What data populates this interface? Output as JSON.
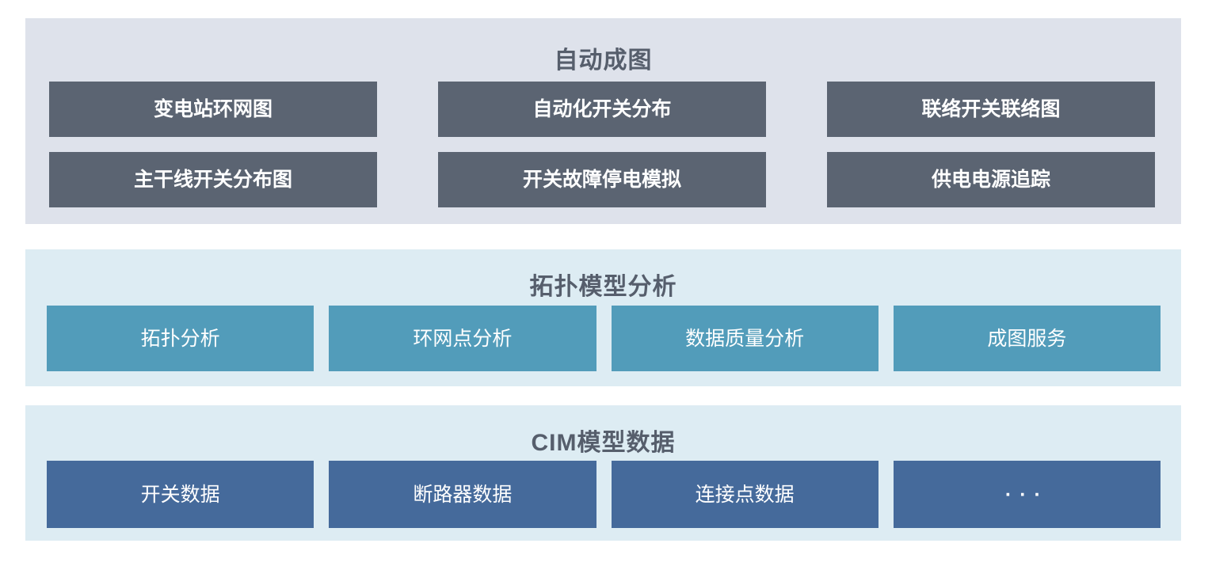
{
  "palette": {
    "top_section_bg": "#dee2eb",
    "analysis_section_bg": "#ddecf3",
    "dark_box": "#5b6472",
    "teal_box": "#529cba",
    "blue_box": "#456a9b",
    "title_text": "#565e6c",
    "box_text": "#ffffff"
  },
  "sections": [
    {
      "id": "auto-drawing",
      "title": "自动成图",
      "items": [
        {
          "label": "变电站环网图"
        },
        {
          "label": "自动化开关分布"
        },
        {
          "label": "联络开关联络图"
        },
        {
          "label": "主干线开关分布图"
        },
        {
          "label": "开关故障停电模拟"
        },
        {
          "label": "供电电源追踪"
        }
      ]
    },
    {
      "id": "topology-model-analysis",
      "title": "拓扑模型分析",
      "items": [
        {
          "label": "拓扑分析"
        },
        {
          "label": "环网点分析"
        },
        {
          "label": "数据质量分析"
        },
        {
          "label": "成图服务"
        }
      ]
    },
    {
      "id": "cim-model-data",
      "title": "CIM模型数据",
      "items": [
        {
          "label": "开关数据"
        },
        {
          "label": "断路器数据"
        },
        {
          "label": "连接点数据"
        },
        {
          "label": "···"
        }
      ]
    }
  ]
}
